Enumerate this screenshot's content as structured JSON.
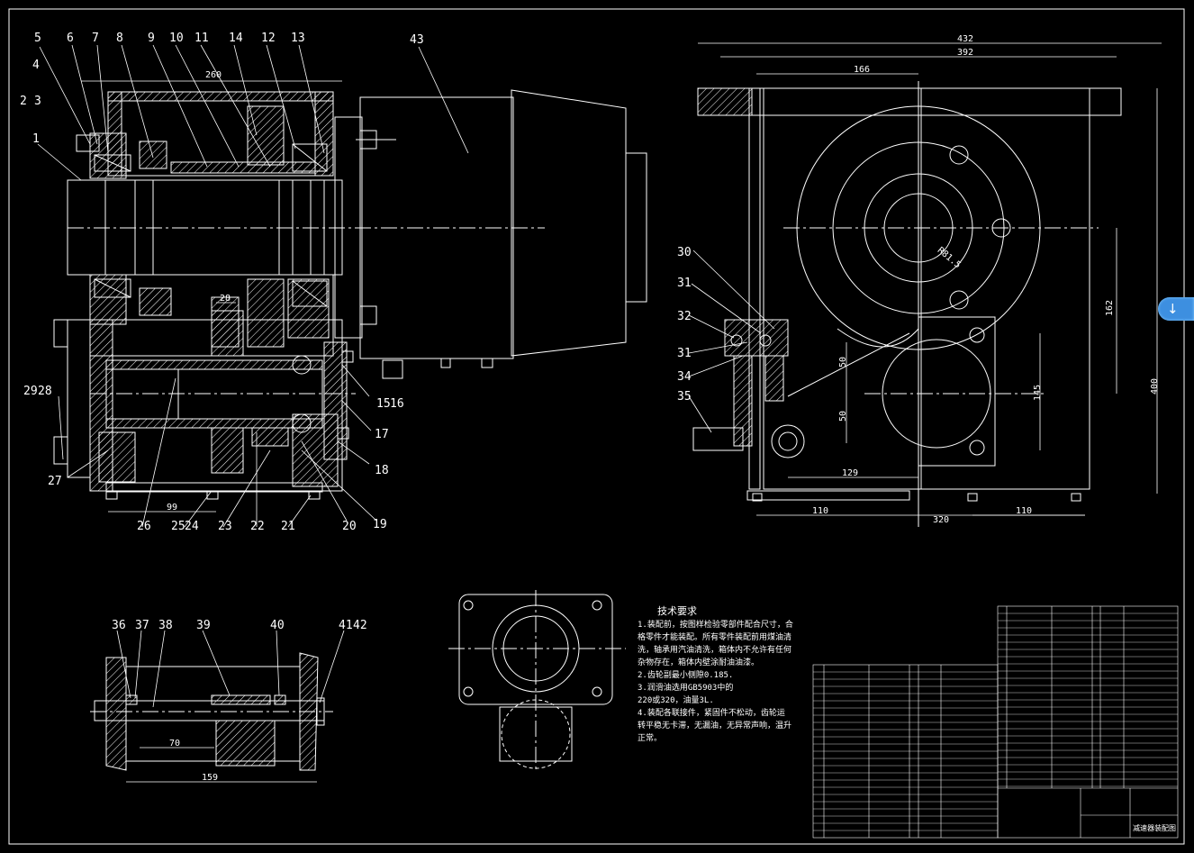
{
  "drawing": {
    "dimensions": {
      "d260": "260",
      "d432": "432",
      "d392": "392",
      "d166": "166",
      "d162": "162",
      "d400": "400",
      "d145": "145",
      "d50a": "50",
      "d50b": "50",
      "d129": "129",
      "d110a": "110",
      "d110b": "110",
      "d320": "320",
      "d99": "99",
      "d28": "28",
      "d70": "70",
      "d159": "159",
      "r81": "R81.5"
    },
    "balloons": {
      "b1": "1",
      "b2": "2",
      "b3": "3",
      "b4": "4",
      "b5": "5",
      "b6": "6",
      "b7": "7",
      "b8": "8",
      "b9": "9",
      "b10": "10",
      "b11": "11",
      "b14": "14",
      "b12": "12",
      "b13": "13",
      "b43": "43",
      "b15": "15",
      "b16": "16",
      "b17": "17",
      "b18": "18",
      "b19": "19",
      "b20": "20",
      "b21": "21",
      "b22": "22",
      "b23": "23",
      "b24": "24",
      "b25": "25",
      "b26": "26",
      "b27": "27",
      "b28": "28",
      "b29": "29",
      "b30": "30",
      "b31a": "31",
      "b32": "32",
      "b31b": "31",
      "b34": "34",
      "b35": "35",
      "b36": "36",
      "b37": "37",
      "b38": "38",
      "b39": "39",
      "b40": "40",
      "b41": "41",
      "b42": "42"
    },
    "tech_req": {
      "title": "技术要求",
      "l1": "1.装配前，按图样检验零部件配合尺寸，合",
      "l2": "格零件才能装配。所有零件装配前用煤油清",
      "l3": "洗，轴承用汽油清洗，箱体内不允许有任何",
      "l4": "杂物存在，箱体内壁涂耐油油漆。",
      "l5": "2.齿轮副最小侧隙0.185.",
      "l6": "3.润滑油选用GB5903中的",
      "l7": "220或320，油量3L.",
      "l8": "4.装配各联接件，紧固件不松动，齿轮运",
      "l9": "转平稳无卡滞，无漏油，无异常声响，温升",
      "l10": "正常。"
    },
    "title_block": {
      "t1": "减速器装配图"
    }
  },
  "ui": {
    "scroll_icon": "↓"
  }
}
